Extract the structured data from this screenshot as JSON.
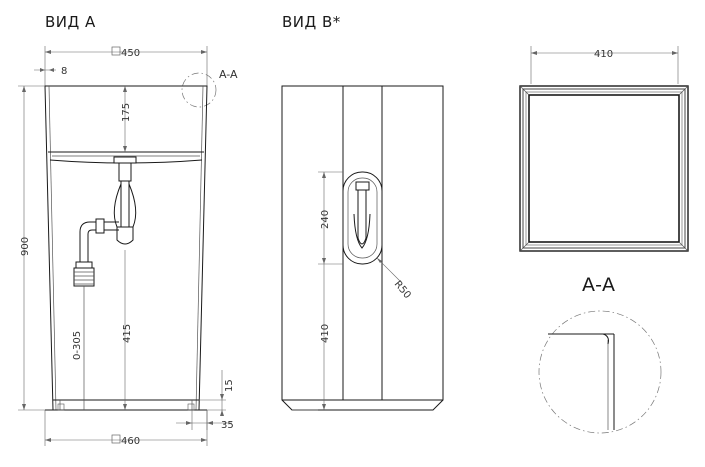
{
  "views": {
    "view_a": {
      "title": "ВИД А"
    },
    "view_b": {
      "title": "ВИД В*"
    },
    "section": {
      "label_small": "A-A",
      "label_large": "A-A"
    }
  },
  "dimensions": {
    "top_width": "450",
    "wall_offset": "8",
    "bowl_depth": "175",
    "total_height": "900",
    "drain_height_range": "0-305",
    "drain_height": "415",
    "plinth_height": "15",
    "plinth_setback": "35",
    "base_width": "460",
    "opening_height": "240",
    "opening_radius": "R50",
    "opening_bottom_height": "410",
    "top_view_width": "410"
  },
  "colors": {
    "line": "#1a1a1a",
    "dimension": "#666666"
  }
}
